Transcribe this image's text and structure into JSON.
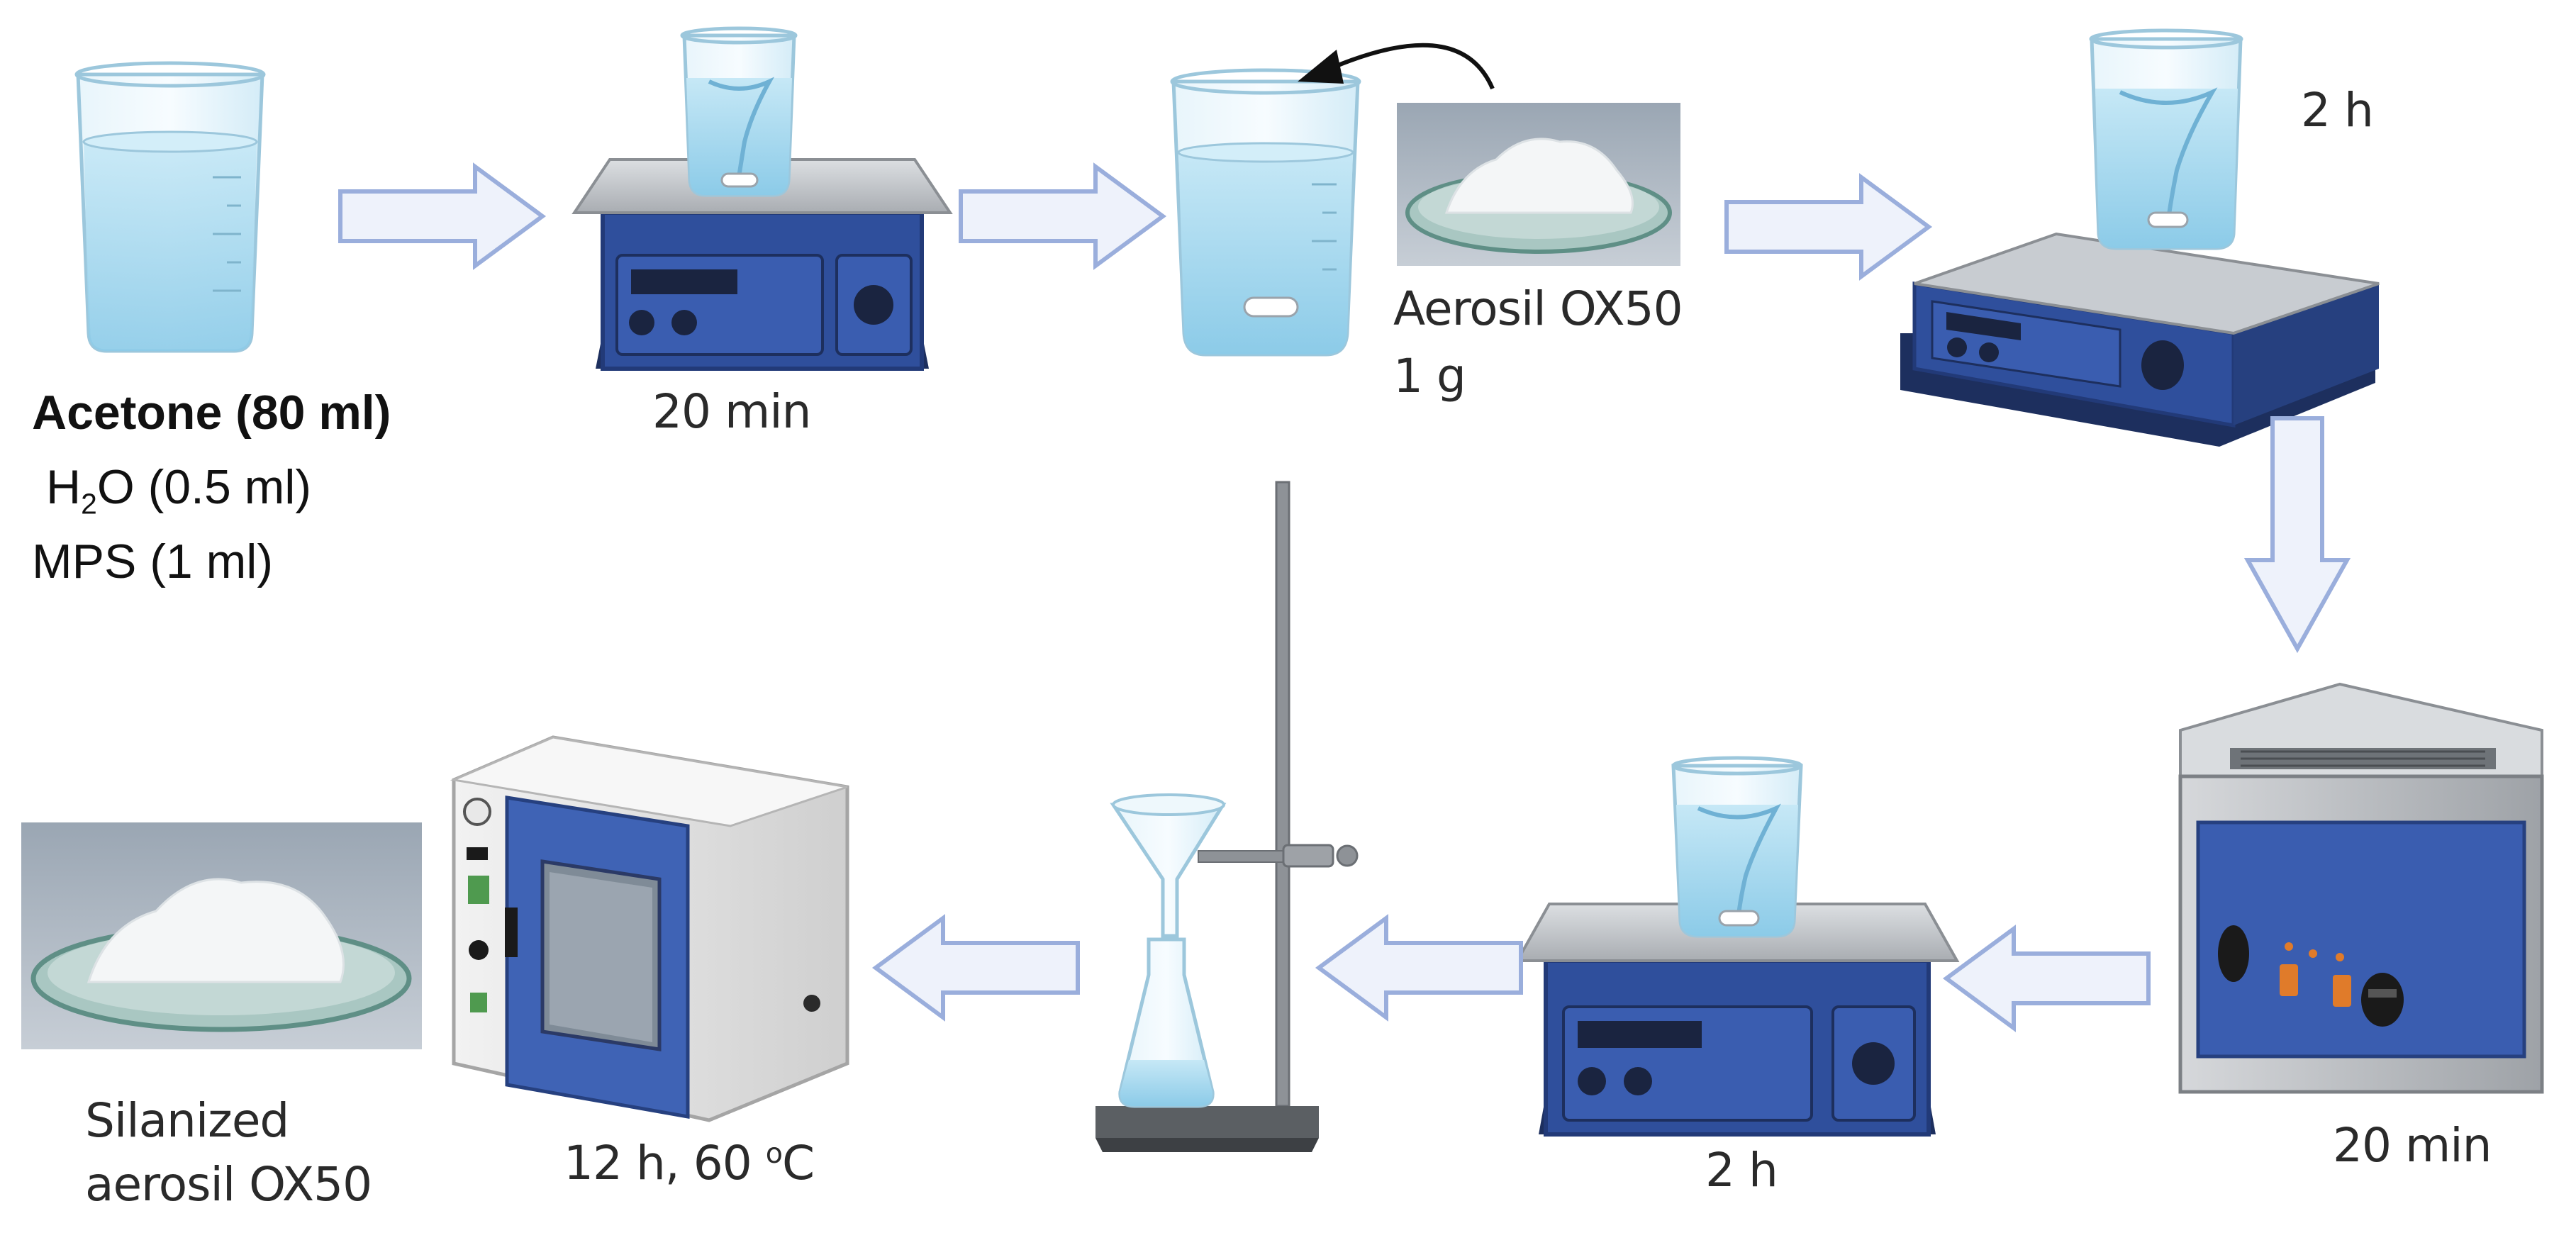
{
  "labels": {
    "acetone": "Acetone (80 ml)",
    "water_prefix": "H",
    "water_sub": "2",
    "water_suffix": "O (0.5 ml)",
    "mps": "MPS (1 ml)",
    "step1_time": "20 min",
    "aerosil_name": "Aerosil OX50",
    "aerosil_mass": "1 g",
    "step2_time": "2 h",
    "sonication_time": "20 min",
    "step3_time": "2 h",
    "oven_time": "12 h, 60 ",
    "oven_deg": "o",
    "oven_unit": "C",
    "product_line1": "Silanized",
    "product_line2": "aerosil OX50"
  },
  "colors": {
    "arrow_fill": "#eef2fb",
    "arrow_stroke": "#9aaedc",
    "device_blue": "#2f4f9c",
    "device_dark": "#223a78",
    "liquid": "#a9d8ee",
    "glass": "#dff1fa",
    "powder": "#f4f6f7",
    "petri_glass": "#8fb7b0",
    "steel": "#b9bcc0"
  }
}
